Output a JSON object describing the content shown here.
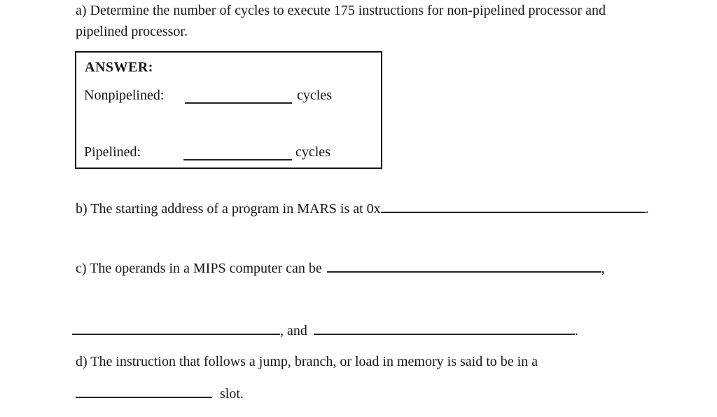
{
  "question_a": {
    "line1": "a) Determine the number of cycles to execute 175 instructions for non-pipelined processor and",
    "line2": "pipelined processor.",
    "answer_box": {
      "title": "ANSWER:",
      "rows": [
        {
          "label": "Nonpipelined:",
          "unit": "cycles"
        },
        {
          "label": "Pipelined:",
          "unit": "cycles"
        }
      ]
    }
  },
  "question_b": {
    "lead": "b) The starting address of a program in MARS is at 0x",
    "tail": "."
  },
  "question_c": {
    "lead": "c) The operands in a MIPS computer can be",
    "after_first_blank": ",",
    "connector": ", and",
    "tail": "."
  },
  "question_d": {
    "line1": "d) The instruction that follows a jump, branch, or load in memory is said to be in a",
    "after_blank": "slot."
  }
}
